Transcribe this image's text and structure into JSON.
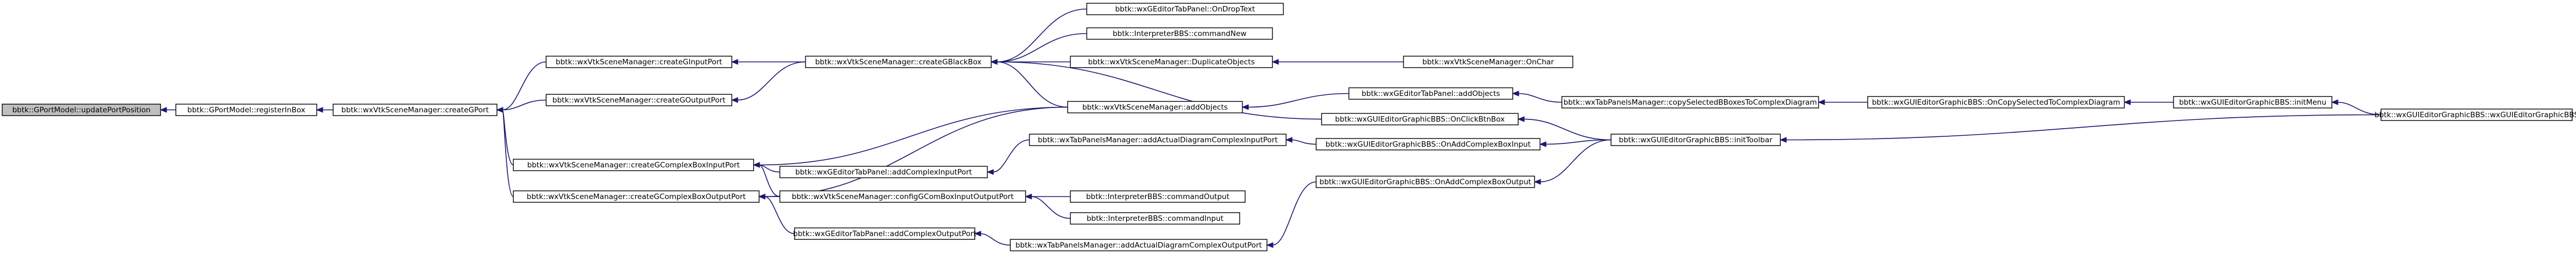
{
  "nodes": [
    {
      "id": "n0",
      "label": "bbtk::GPortModel::updatePortPosition",
      "root": true
    },
    {
      "id": "n1",
      "label": "bbtk::GPortModel::registerInBox"
    },
    {
      "id": "n2",
      "label": "bbtk::wxVtkSceneManager::createGPort"
    },
    {
      "id": "n3",
      "label": "bbtk::wxVtkSceneManager::createGInputPort"
    },
    {
      "id": "n4",
      "label": "bbtk::wxVtkSceneManager::createGOutputPort"
    },
    {
      "id": "n5",
      "label": "bbtk::wxVtkSceneManager::createGComplexBoxInputPort"
    },
    {
      "id": "n6",
      "label": "bbtk::wxVtkSceneManager::createGComplexBoxOutputPort"
    },
    {
      "id": "n7",
      "label": "bbtk::wxVtkSceneManager::createGBlackBox"
    },
    {
      "id": "n8",
      "label": "bbtk::wxVtkSceneManager::addObjects"
    },
    {
      "id": "n9",
      "label": "bbtk::wxGEditorTabPanel::addComplexInputPort"
    },
    {
      "id": "n10",
      "label": "bbtk::wxVtkSceneManager::configGComBoxInputOutputPort"
    },
    {
      "id": "n11",
      "label": "bbtk::wxGEditorTabPanel::addComplexOutputPort"
    },
    {
      "id": "n12",
      "label": "bbtk::wxGEditorTabPanel::OnDropText"
    },
    {
      "id": "n13",
      "label": "bbtk::InterpreterBBS::commandNew"
    },
    {
      "id": "n14",
      "label": "bbtk::wxVtkSceneManager::DuplicateObjects"
    },
    {
      "id": "n15",
      "label": "bbtk::wxGUIEditorGraphicBBS::OnClickBtnBox"
    },
    {
      "id": "n16",
      "label": "bbtk::wxVtkSceneManager::OnChar"
    },
    {
      "id": "n17",
      "label": "bbtk::wxGEditorTabPanel::addObjects"
    },
    {
      "id": "n18",
      "label": "bbtk::wxTabPanelsManager::copySelectedBBoxesToComplexDiagram"
    },
    {
      "id": "n19",
      "label": "bbtk::wxGUIEditorGraphicBBS::OnCopySelectedToComplexDiagram"
    },
    {
      "id": "n20",
      "label": "bbtk::wxGUIEditorGraphicBBS::initMenu"
    },
    {
      "id": "n21",
      "label": "bbtk::wxGUIEditorGraphicBBS::wxGUIEditorGraphicBBS"
    },
    {
      "id": "n22",
      "label": "bbtk::wxTabPanelsManager::addActualDiagramComplexInputPort"
    },
    {
      "id": "n23",
      "label": "bbtk::wxGUIEditorGraphicBBS::OnAddComplexBoxInput"
    },
    {
      "id": "n24",
      "label": "bbtk::wxGUIEditorGraphicBBS::initToolbar"
    },
    {
      "id": "n25",
      "label": "bbtk::InterpreterBBS::commandOutput"
    },
    {
      "id": "n26",
      "label": "bbtk::InterpreterBBS::commandInput"
    },
    {
      "id": "n27",
      "label": "bbtk::wxTabPanelsManager::addActualDiagramComplexOutputPort"
    },
    {
      "id": "n28",
      "label": "bbtk::wxGUIEditorGraphicBBS::OnAddComplexBoxOutput"
    }
  ],
  "edges": [
    {
      "from": "n1",
      "to": "n0"
    },
    {
      "from": "n2",
      "to": "n1"
    },
    {
      "from": "n3",
      "to": "n2"
    },
    {
      "from": "n4",
      "to": "n2"
    },
    {
      "from": "n5",
      "to": "n2"
    },
    {
      "from": "n6",
      "to": "n2"
    },
    {
      "from": "n7",
      "to": "n3"
    },
    {
      "from": "n7",
      "to": "n4"
    },
    {
      "from": "n8",
      "to": "n5"
    },
    {
      "from": "n9",
      "to": "n5"
    },
    {
      "from": "n10",
      "to": "n5"
    },
    {
      "from": "n8",
      "to": "n6"
    },
    {
      "from": "n10",
      "to": "n6"
    },
    {
      "from": "n11",
      "to": "n6"
    },
    {
      "from": "n12",
      "to": "n7"
    },
    {
      "from": "n13",
      "to": "n7"
    },
    {
      "from": "n14",
      "to": "n7"
    },
    {
      "from": "n15",
      "to": "n7"
    },
    {
      "from": "n8",
      "to": "n7"
    },
    {
      "from": "n16",
      "to": "n14"
    },
    {
      "from": "n17",
      "to": "n8"
    },
    {
      "from": "n18",
      "to": "n17"
    },
    {
      "from": "n19",
      "to": "n18"
    },
    {
      "from": "n20",
      "to": "n19"
    },
    {
      "from": "n21",
      "to": "n20"
    },
    {
      "from": "n24",
      "to": "n15"
    },
    {
      "from": "n22",
      "to": "n9"
    },
    {
      "from": "n23",
      "to": "n22"
    },
    {
      "from": "n24",
      "to": "n23"
    },
    {
      "from": "n21",
      "to": "n24"
    },
    {
      "from": "n25",
      "to": "n10"
    },
    {
      "from": "n26",
      "to": "n10"
    },
    {
      "from": "n27",
      "to": "n11"
    },
    {
      "from": "n28",
      "to": "n27"
    },
    {
      "from": "n24",
      "to": "n28"
    }
  ]
}
